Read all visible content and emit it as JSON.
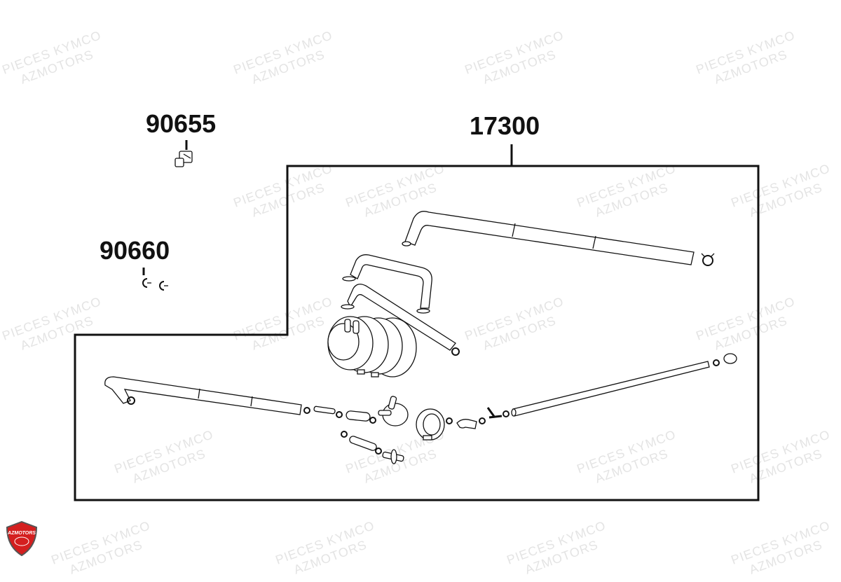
{
  "parts": [
    {
      "ref": "90655"
    },
    {
      "ref": "17300"
    },
    {
      "ref": "90660"
    }
  ],
  "watermark": {
    "line1": "PIECES KYMCO",
    "line2": "AZMOTORS"
  },
  "logo": {
    "text": "AZMOTORS",
    "color": "#d41f1f"
  },
  "colors": {
    "line": "#111111",
    "watermark": "#e4e4e4"
  }
}
